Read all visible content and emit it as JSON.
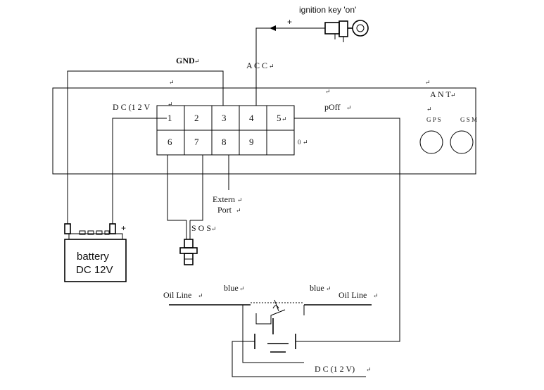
{
  "labels": {
    "ignition": "ignition key 'on'",
    "ignition_plus": "+",
    "gnd": "GND",
    "acc": "A C C",
    "dc12v": "D C (1 2 V",
    "ant": "A N T",
    "poff": "pOff",
    "gps": "G P S",
    "gsm": "G S M",
    "extern": "Extern",
    "port": "Port",
    "sos": "S O S",
    "battery_line1": "battery",
    "battery_line2": "DC 12V",
    "battery_plus": "+",
    "oil_line_left": "Oil Line",
    "oil_line_right": "Oil Line",
    "blue_left": "blue",
    "blue_right": "blue",
    "dc12v_bottom": "D C (1 2 V)",
    "zero": "0"
  },
  "pins": [
    "1",
    "2",
    "3",
    "4",
    "5",
    "6",
    "7",
    "8",
    "9"
  ],
  "marks": "↵"
}
